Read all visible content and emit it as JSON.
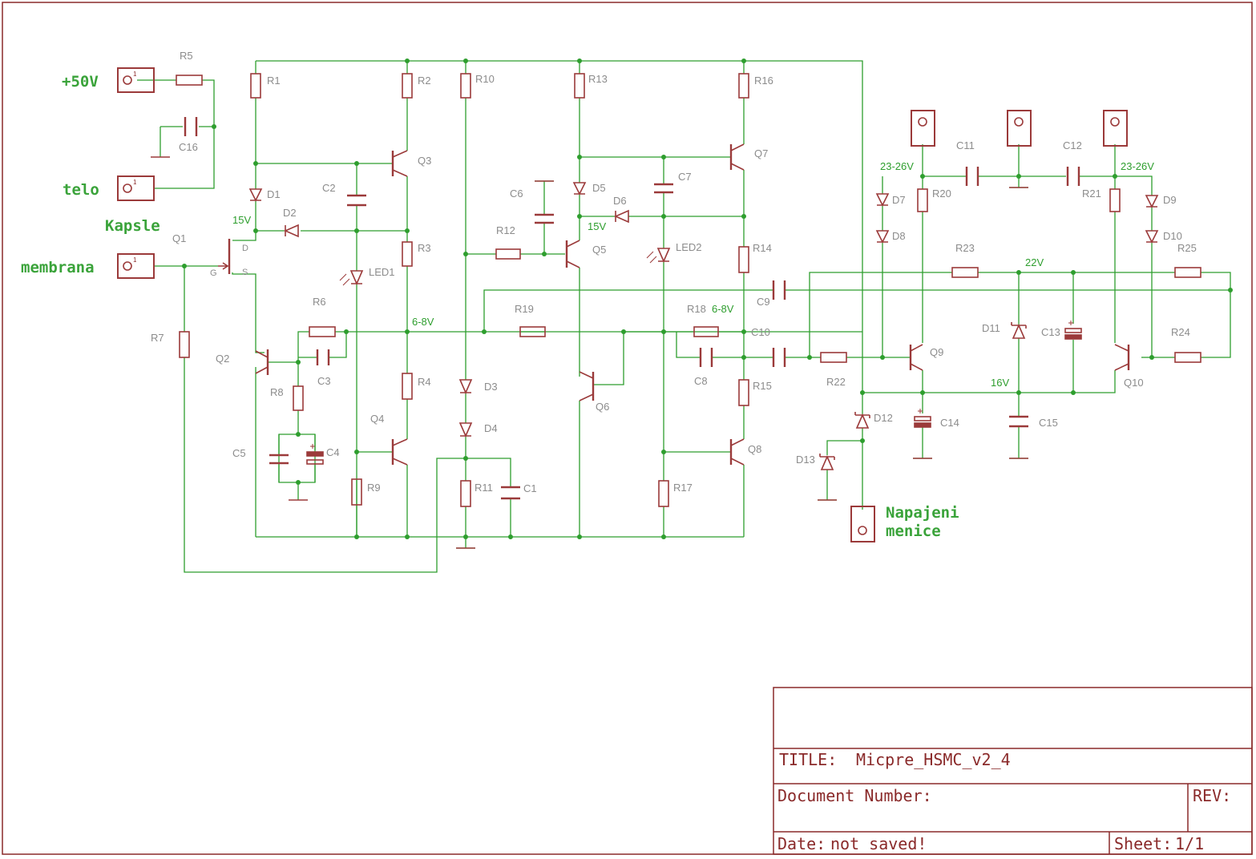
{
  "colors": {
    "wire": "#2e9e2e",
    "component": "#9b3a3a",
    "component_label": "#8c8c8c",
    "frame": "#8a2a2a",
    "net_label": "#2e9e2e"
  },
  "connectors": {
    "plus50v": "+50V",
    "telo": "telo",
    "kapsle": "Kapsle",
    "membrana": "membrana",
    "napajeni_line1": "Napajeni",
    "napajeni_line2": "menice",
    "pin_number": "1"
  },
  "net_labels": {
    "v15_a": "15V",
    "v15_b": "15V",
    "v68_a": "6-8V",
    "v68_b": "6-8V",
    "v2326_a": "23-26V",
    "v2326_b": "23-26V",
    "v22": "22V",
    "v16": "16V"
  },
  "components": {
    "R1": "R1",
    "R2": "R2",
    "R3": "R3",
    "R4": "R4",
    "R5": "R5",
    "R6": "R6",
    "R7": "R7",
    "R8": "R8",
    "R9": "R9",
    "R10": "R10",
    "R11": "R11",
    "R12": "R12",
    "R13": "R13",
    "R14": "R14",
    "R15": "R15",
    "R16": "R16",
    "R17": "R17",
    "R18": "R18",
    "R19": "R19",
    "R20": "R20",
    "R21": "R21",
    "R22": "R22",
    "R23": "R23",
    "R24": "R24",
    "R25": "R25",
    "C1": "C1",
    "C2": "C2",
    "C3": "C3",
    "C4": "C4",
    "C5": "C5",
    "C6": "C6",
    "C7": "C7",
    "C8": "C8",
    "C9": "C9",
    "C10": "C10",
    "C11": "C11",
    "C12": "C12",
    "C13": "C13",
    "C14": "C14",
    "C15": "C15",
    "C16": "C16",
    "D1": "D1",
    "D2": "D2",
    "D3": "D3",
    "D4": "D4",
    "D5": "D5",
    "D6": "D6",
    "D7": "D7",
    "D8": "D8",
    "D9": "D9",
    "D10": "D10",
    "D11": "D11",
    "D12": "D12",
    "D13": "D13",
    "LED1": "LED1",
    "LED2": "LED2",
    "Q1": "Q1",
    "Q2": "Q2",
    "Q3": "Q3",
    "Q4": "Q4",
    "Q5": "Q5",
    "Q6": "Q6",
    "Q7": "Q7",
    "Q8": "Q8",
    "Q9": "Q9",
    "Q10": "Q10",
    "Q1_D": "D",
    "Q1_G": "G",
    "Q1_S": "S"
  },
  "title_block": {
    "title_label": "TITLE:",
    "title_value": "Micpre_HSMC_v2_4",
    "document_number_label": "Document Number:",
    "rev_label": "REV:",
    "date_label": "Date:",
    "date_value": "not saved!",
    "sheet_label": "Sheet:",
    "sheet_value": "1/1"
  }
}
